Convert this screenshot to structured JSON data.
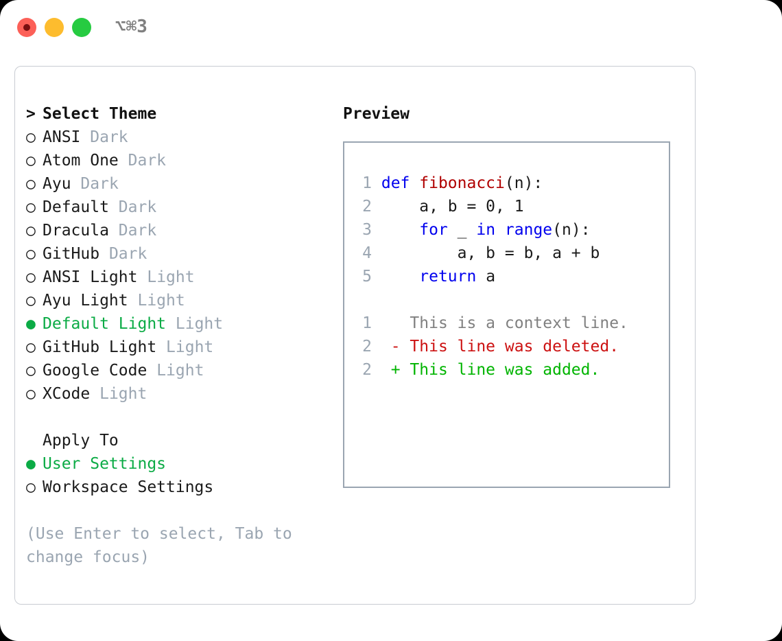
{
  "titlebar": {
    "shortcut": "⌥⌘3",
    "buttons": [
      {
        "name": "close-button",
        "color": "#fc6058"
      },
      {
        "name": "minimize-button",
        "color": "#fdbc2e"
      },
      {
        "name": "maximize-button",
        "color": "#26cb41"
      }
    ]
  },
  "colors": {
    "accent_green": "#0bab45",
    "muted": "#9aa5b1",
    "keyword_blue": "#0000ee",
    "function_red": "#b00000",
    "diff_delete": "#cc1111",
    "diff_add": "#00b400",
    "panel_border": "#c8ccd2",
    "preview_border": "#9aa5b1"
  },
  "theme_picker": {
    "header_marker": ">",
    "header": "Select Theme",
    "unselected_marker": "○",
    "selected_marker": "●",
    "items": [
      {
        "name": "ANSI",
        "variant": "Dark",
        "selected": false
      },
      {
        "name": "Atom One",
        "variant": "Dark",
        "selected": false
      },
      {
        "name": "Ayu",
        "variant": "Dark",
        "selected": false
      },
      {
        "name": "Default",
        "variant": "Dark",
        "selected": false
      },
      {
        "name": "Dracula",
        "variant": "Dark",
        "selected": false
      },
      {
        "name": "GitHub",
        "variant": "Dark",
        "selected": false
      },
      {
        "name": "ANSI Light",
        "variant": "Light",
        "selected": false
      },
      {
        "name": "Ayu Light",
        "variant": "Light",
        "selected": false
      },
      {
        "name": "Default Light",
        "variant": "Light",
        "selected": true
      },
      {
        "name": "GitHub Light",
        "variant": "Light",
        "selected": false
      },
      {
        "name": "Google Code",
        "variant": "Light",
        "selected": false
      },
      {
        "name": "XCode",
        "variant": "Light",
        "selected": false
      }
    ]
  },
  "apply_to": {
    "label": "Apply To",
    "unselected_marker": "○",
    "selected_marker": "●",
    "options": [
      {
        "label": "User Settings",
        "selected": true
      },
      {
        "label": "Workspace Settings",
        "selected": false
      }
    ]
  },
  "hint": "(Use Enter to select, Tab to change focus)",
  "preview": {
    "title": "Preview",
    "code_lines": [
      {
        "no": "1",
        "tokens": [
          {
            "t": "def ",
            "c": "kw"
          },
          {
            "t": "fibonacci",
            "c": "fn"
          },
          {
            "t": "(n):",
            "c": "plain"
          }
        ]
      },
      {
        "no": "2",
        "tokens": [
          {
            "t": "    a, b = 0, 1",
            "c": "plain"
          }
        ]
      },
      {
        "no": "3",
        "tokens": [
          {
            "t": "    ",
            "c": "plain"
          },
          {
            "t": "for",
            "c": "kw"
          },
          {
            "t": " _ ",
            "c": "plain"
          },
          {
            "t": "in",
            "c": "kw"
          },
          {
            "t": " ",
            "c": "plain"
          },
          {
            "t": "range",
            "c": "kw"
          },
          {
            "t": "(n):",
            "c": "plain"
          }
        ]
      },
      {
        "no": "4",
        "tokens": [
          {
            "t": "        a, b = b, a + b",
            "c": "plain"
          }
        ]
      },
      {
        "no": "5",
        "tokens": [
          {
            "t": "    ",
            "c": "plain"
          },
          {
            "t": "return",
            "c": "kw"
          },
          {
            "t": " a",
            "c": "plain"
          }
        ]
      }
    ],
    "diff_lines": [
      {
        "no": "1",
        "sign": " ",
        "text": "  This is a context line.",
        "kind": "context"
      },
      {
        "no": "2",
        "sign": " ",
        "text": "- This line was deleted.",
        "kind": "delete"
      },
      {
        "no": "2",
        "sign": " ",
        "text": "+ This line was added.",
        "kind": "add"
      }
    ]
  }
}
